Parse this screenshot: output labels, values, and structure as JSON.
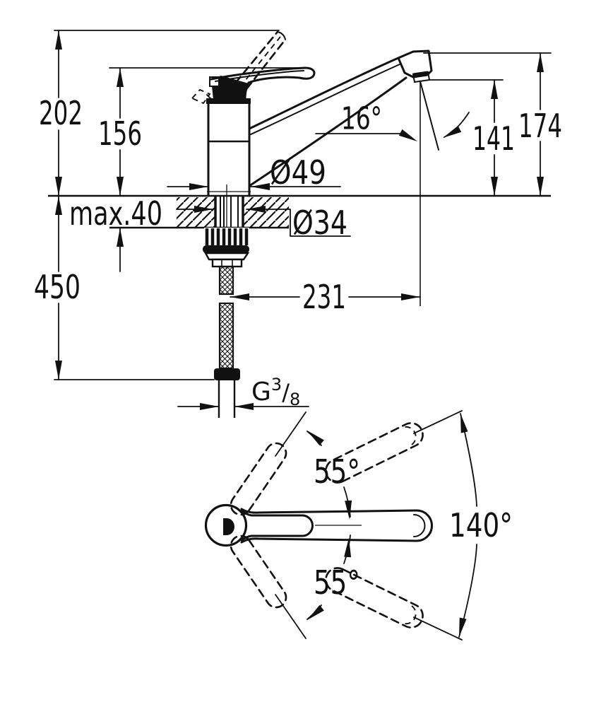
{
  "drawing": {
    "title": "faucet-dimension-drawing",
    "colors": {
      "line": "#111111",
      "background": "#ffffff"
    },
    "side_view": {
      "total_height": "202",
      "body_height": "156",
      "spout_top_height": "174",
      "outlet_height": "141",
      "outlet_angle": "16°",
      "base_diameter": "Ø49",
      "hole_diameter": "Ø34",
      "deck_thickness": "max.40",
      "hose_length": "450",
      "spout_reach": "231",
      "thread": {
        "letter": "G",
        "sup": "3",
        "slash": "/",
        "sub": "8"
      }
    },
    "plan_view": {
      "lever_angle_upper": "55°",
      "lever_angle_lower": "55°",
      "swivel_range": "140°"
    }
  }
}
